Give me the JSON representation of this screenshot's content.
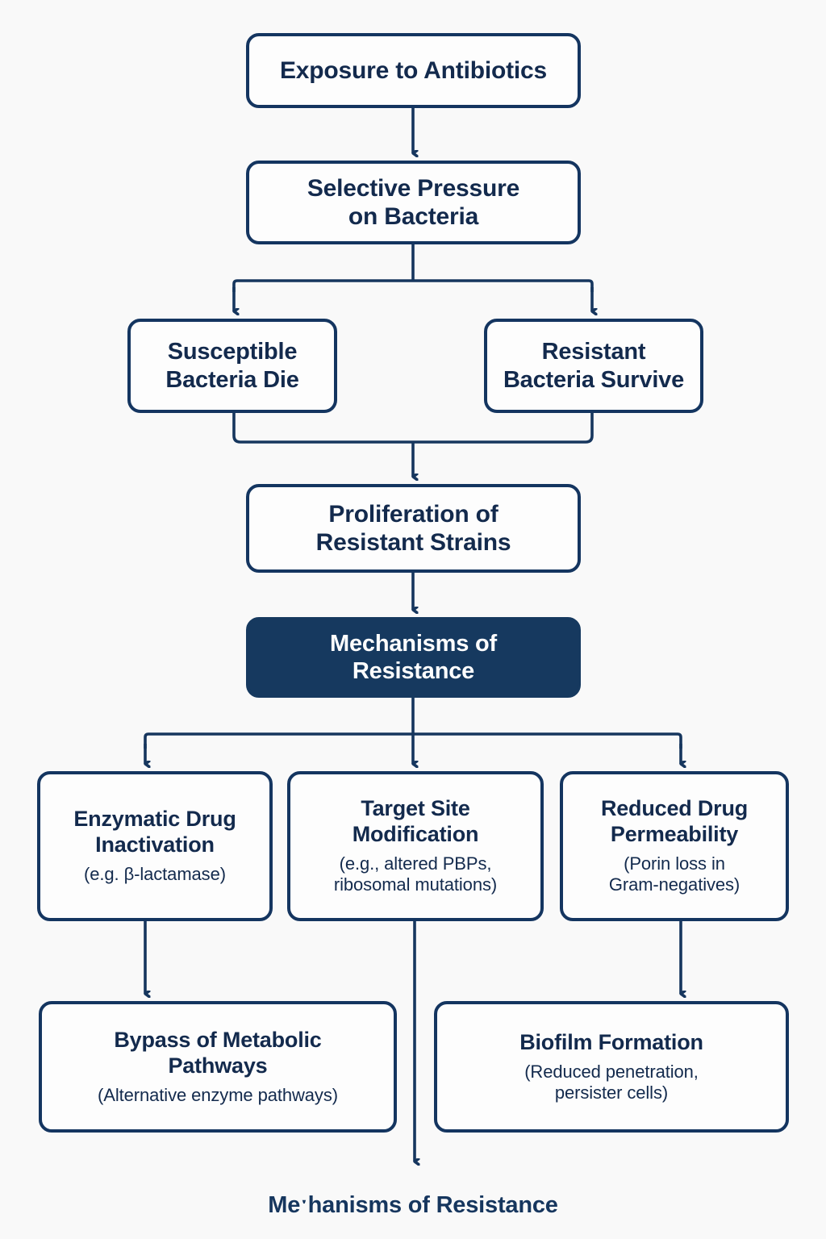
{
  "diagram": {
    "caption": "Meˑhanisms of Resistance",
    "colors": {
      "background": "#f9f9f9",
      "node_fill": "#fdfdfd",
      "node_border": "#143560",
      "node_text": "#132a4d",
      "highlight_fill": "#16395f",
      "highlight_text": "#ffffff",
      "connector": "#16365e"
    },
    "nodes": {
      "exposure": {
        "title": "Exposure to Antibiotics"
      },
      "pressure": {
        "title": "Selective Pressure\non Bacteria",
        "line1": "Selective Pressure",
        "line2": "on Bacteria"
      },
      "susceptible": {
        "line1": "Susceptible",
        "line2": "Bacteria Die"
      },
      "resistant": {
        "line1": "Resistant",
        "line2": "Bacteria Survive"
      },
      "proliferation": {
        "line1": "Proliferation of",
        "line2": "Resistant Strains"
      },
      "mechanisms": {
        "line1": "Mechanisms of",
        "line2": "Resistance"
      },
      "enzymatic": {
        "line1": "Enzymatic Drug",
        "line2": "Inactivation",
        "sub": "(e.g. β-lactamase)"
      },
      "target": {
        "line1": "Target Site",
        "line2": "Modification",
        "sub_line1": "(e.g., altered PBPs,",
        "sub_line2": "ribosomal mutations)"
      },
      "permeability": {
        "line1": "Reduced Drug",
        "line2": "Permeability",
        "sub_line1": "(Porin loss in",
        "sub_line2": "Gram-negatives)"
      },
      "bypass": {
        "line1": "Bypass of Metabolic",
        "line2": "Pathways",
        "sub": "(Alternative enzyme pathways)"
      },
      "biofilm": {
        "line1": "Biofilm Formation",
        "sub_line1": "(Reduced penetration,",
        "sub_line2": "persister cells)"
      }
    }
  }
}
